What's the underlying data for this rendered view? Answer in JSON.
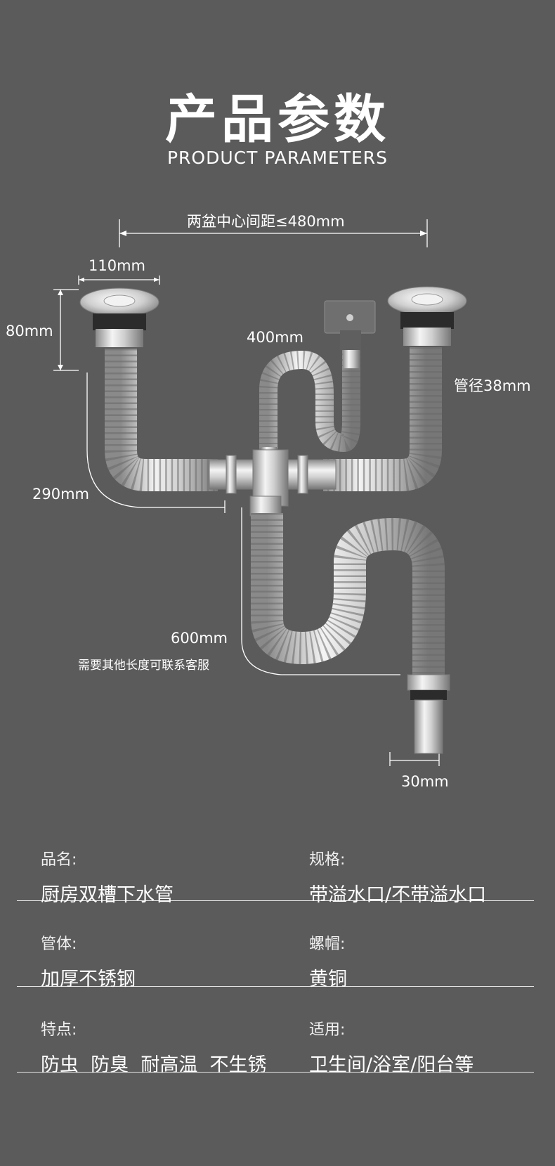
{
  "header": {
    "title": "产品参数",
    "subtitle": "PRODUCT PARAMETERS"
  },
  "diagram": {
    "center_distance": "两盆中心间距≤480mm",
    "strainer_width": "110mm",
    "strainer_height": "80mm",
    "overflow_hose": "400mm",
    "pipe_diameter": "管径38mm",
    "branch_length": "290mm",
    "drain_length": "600mm",
    "custom_length_note": "需要其他长度可联系客服",
    "outlet_diameter": "30mm"
  },
  "specs": [
    {
      "label": "品名:",
      "value": "厨房双槽下水管"
    },
    {
      "label": "规格:",
      "value": "带溢水口/不带溢水口"
    },
    {
      "label": "管体:",
      "value": "加厚不锈钢"
    },
    {
      "label": "螺帽:",
      "value": "黄铜"
    },
    {
      "label": "特点:",
      "value": "防虫  防臭  耐高温  不生锈"
    },
    {
      "label": "适用:",
      "value": "卫生间/浴室/阳台等"
    }
  ]
}
